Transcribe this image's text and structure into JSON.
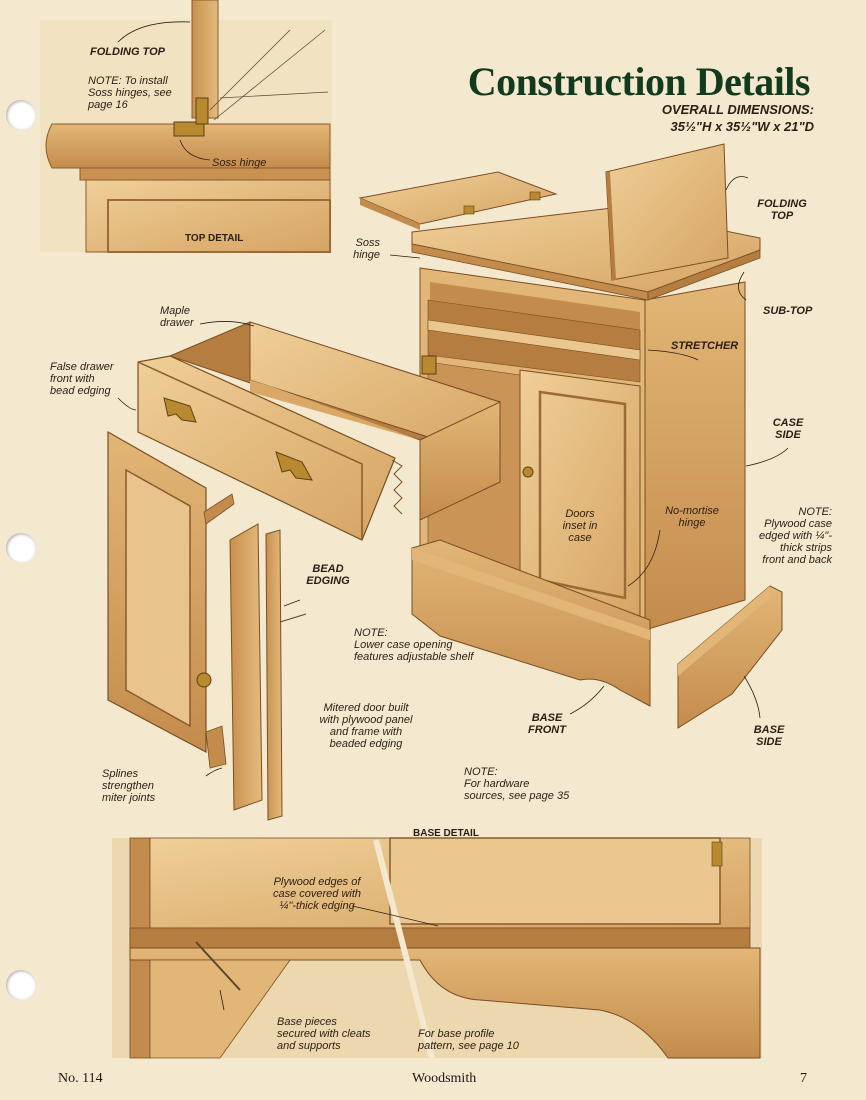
{
  "header": {
    "title": "Construction Details",
    "dimensions_label": "OVERALL DIMENSIONS:",
    "dimensions_value": "35½\"H x 35½\"W x 21\"D"
  },
  "top_detail": {
    "heading": "TOP DETAIL",
    "folding_top": "FOLDING TOP",
    "note": "NOTE: To install\nSoss hinges, see\npage 16",
    "soss_hinge": "Soss hinge"
  },
  "labels": {
    "soss_hinge": "Soss\nhinge",
    "folding_top": "FOLDING\nTOP",
    "sub_top": "SUB-TOP",
    "maple_drawer": "Maple\ndrawer",
    "false_drawer_front": "False drawer\nfront with\nbead edging",
    "stretcher": "STRETCHER",
    "case_side": "CASE\nSIDE",
    "doors_inset": "Doors\ninset in\ncase",
    "no_mortise_hinge": "No-mortise\nhinge",
    "plywood_note": "NOTE:\nPlywood case\nedged with ¼\"-\nthick strips\nfront and back",
    "bead_edging": "BEAD\nEDGING",
    "shelf_note": "NOTE:\nLower case opening\nfeatures adjustable shelf",
    "mitered_door": "Mitered door built\nwith plywood panel\nand frame with\nbeaded edging",
    "base_front": "BASE\nFRONT",
    "base_side": "BASE\nSIDE",
    "splines": "Splines\nstrengthen\nmiter joints",
    "hardware_note": "NOTE:\nFor hardware\nsources, see page 35"
  },
  "base_detail": {
    "heading": "BASE DETAIL",
    "plywood_edges": "Plywood edges of\ncase covered with\n¼\"-thick edging",
    "base_pieces": "Base pieces\nsecured with cleats\nand supports",
    "base_profile": "For base profile\npattern, see page 10"
  },
  "footer": {
    "issue": "No. 114",
    "magazine": "Woodsmith",
    "page": "7"
  },
  "colors": {
    "paper": "#f4e9cf",
    "wood_light": "#e8c48c",
    "wood_mid": "#d9a866",
    "wood_dark": "#b87f43",
    "title_green": "#123a1c",
    "brass": "#b8892f"
  }
}
